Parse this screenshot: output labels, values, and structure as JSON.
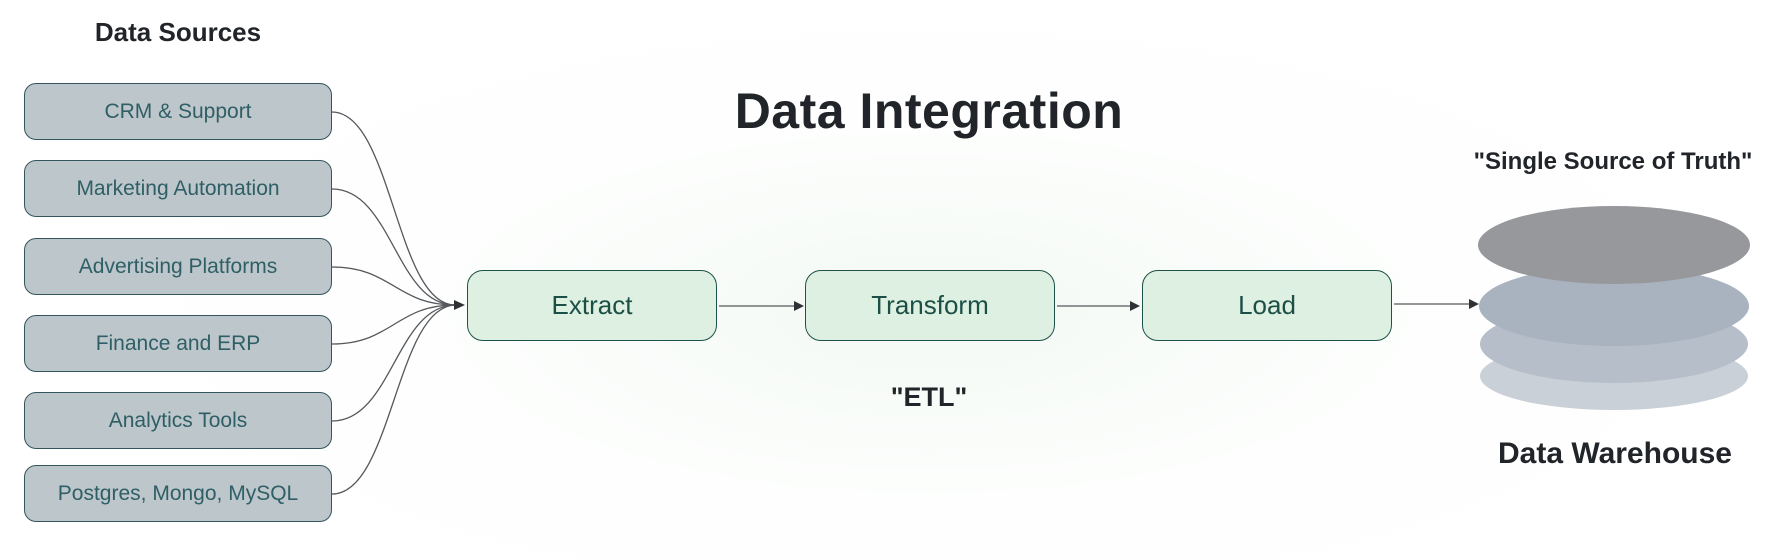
{
  "title": "Data Integration",
  "data_sources": {
    "title": "Data Sources",
    "items": [
      "CRM & Support",
      "Marketing Automation",
      "Advertising Platforms",
      "Finance and ERP",
      "Analytics Tools",
      "Postgres, Mongo, MySQL"
    ]
  },
  "etl": {
    "caption": "\"ETL\"",
    "steps": [
      "Extract",
      "Transform",
      "Load"
    ]
  },
  "warehouse": {
    "quote": "\"Single Source of Truth\"",
    "label": "Data Warehouse"
  },
  "colors": {
    "source_node_fill": "#bdc6ca",
    "source_node_border": "#33555c",
    "source_node_text": "#2f5f66",
    "step_node_fill": "#def0e1",
    "step_node_border": "#1e5148",
    "step_node_text": "#1c4f46",
    "edge_line": "#55585c",
    "heading_text": "#212529",
    "warehouse_disk_top": "#97989c",
    "warehouse_disk_2": "#a9b2bf",
    "warehouse_disk_3": "#b6bfc9",
    "warehouse_disk_bottom": "#c9d0d8"
  }
}
